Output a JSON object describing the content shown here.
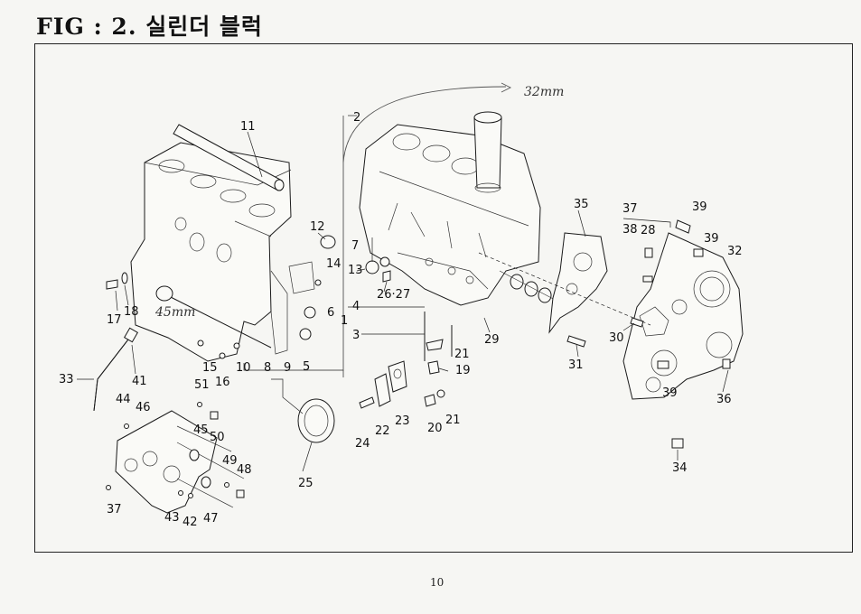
{
  "title": "FIG : 2. 실린더 블럭",
  "page_number": "10",
  "handwritten_notes": [
    "32mm",
    "45mm"
  ],
  "parts": [
    "1",
    "2",
    "3",
    "4",
    "5",
    "6",
    "7",
    "8",
    "9",
    "10",
    "11",
    "12",
    "13",
    "14",
    "15",
    "16",
    "17",
    "18",
    "19",
    "20",
    "21",
    "22",
    "23",
    "24",
    "25",
    "26·27",
    "28",
    "29",
    "30",
    "31",
    "32",
    "33",
    "34",
    "35",
    "36",
    "37",
    "38",
    "39",
    "41",
    "42",
    "43",
    "44",
    "45",
    "46",
    "47",
    "48",
    "49",
    "50",
    "51"
  ]
}
